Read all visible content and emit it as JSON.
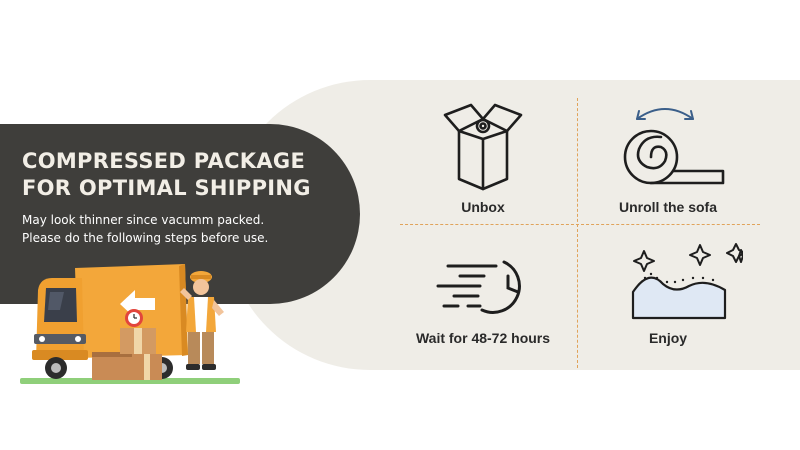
{
  "banner": {
    "title_lines": [
      "COMPRESSED PACKAGE",
      "FOR OPTIMAL SHIPPING"
    ],
    "subtitle_lines": [
      "May look thinner since vacumm packed.",
      "Please do the following steps before use."
    ]
  },
  "steps": [
    {
      "label": "Unbox",
      "icon": "open-box-icon"
    },
    {
      "label": "Unroll the sofa",
      "icon": "rolled-sofa-icon"
    },
    {
      "label": "Wait for 48-72 hours",
      "icon": "fast-clock-icon"
    },
    {
      "label": "Enjoy",
      "icon": "expanded-foam-icon"
    }
  ],
  "colors": {
    "banner_bg": "#3f3e3b",
    "panel_bg": "#efede7",
    "divider": "#e0a35a",
    "truck": "#f0a030",
    "arrow_accent": "#3b5f8a"
  }
}
